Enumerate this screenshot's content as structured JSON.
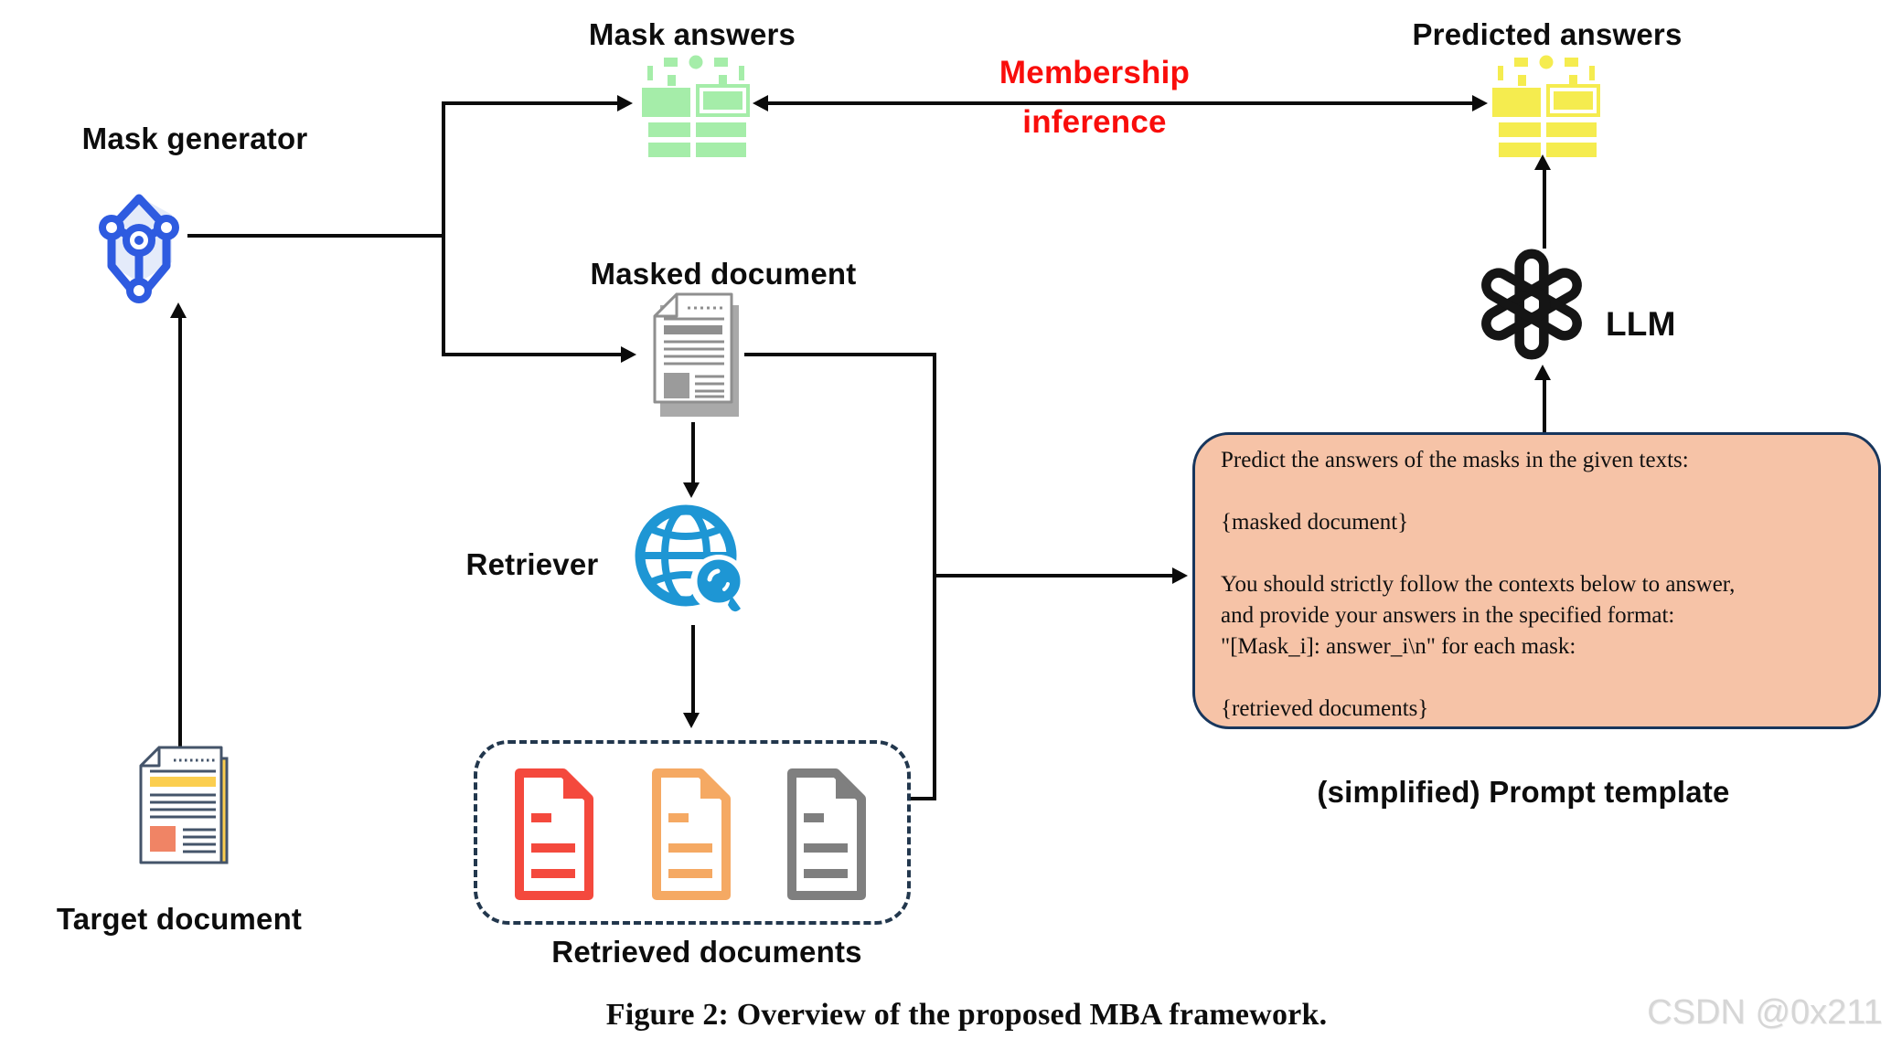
{
  "figure": {
    "labels": {
      "mask_generator": "Mask generator",
      "mask_answers": "Mask answers",
      "membership_line1": "Membership",
      "membership_line2": "inference",
      "predicted_answers": "Predicted answers",
      "masked_document": "Masked document",
      "retriever": "Retriever",
      "retrieved_documents": "Retrieved documents",
      "target_document": "Target document",
      "llm": "LLM",
      "prompt_caption": "(simplified) Prompt template"
    },
    "prompt_template_text": "Predict the answers of the masks in the given texts:\n\n{masked document}\n\nYou should strictly follow the contexts below to answer,\nand provide your answers in the specified format:\n\"[Mask_i]: answer_i\\n\" for each mask:\n\n{retrieved documents}",
    "caption": "Figure 2: Overview of the proposed MBA framework.",
    "watermark": "CSDN @0x211",
    "colors": {
      "membership_text": "#F90D0B",
      "mask_answers_icon": "#A5EDA9",
      "predicted_answers_icon": "#F5EC4F",
      "mask_generator_icon": "#2E5BE0",
      "retriever_icon": "#1E96D4",
      "retrieved_doc_red": "#F4493D",
      "retrieved_doc_orange": "#F5A963",
      "retrieved_doc_gray": "#7F7F7F",
      "prompt_box_fill": "#F6C3A7",
      "prompt_box_border": "#17365D",
      "dashed_box_border": "#22374D",
      "target_doc_yellow": "#FBCE4F",
      "target_doc_salmon": "#F08465",
      "masked_doc_gray": "#8F8F8F",
      "arrow_black": "#0B0B0B"
    },
    "icons": [
      "mask-generator-icon",
      "mask-answers-icon",
      "predicted-answers-icon",
      "masked-document-icon",
      "retriever-globe-icon",
      "retrieved-doc-icon-red",
      "retrieved-doc-icon-orange",
      "retrieved-doc-icon-gray",
      "target-document-icon",
      "llm-openai-icon"
    ]
  }
}
